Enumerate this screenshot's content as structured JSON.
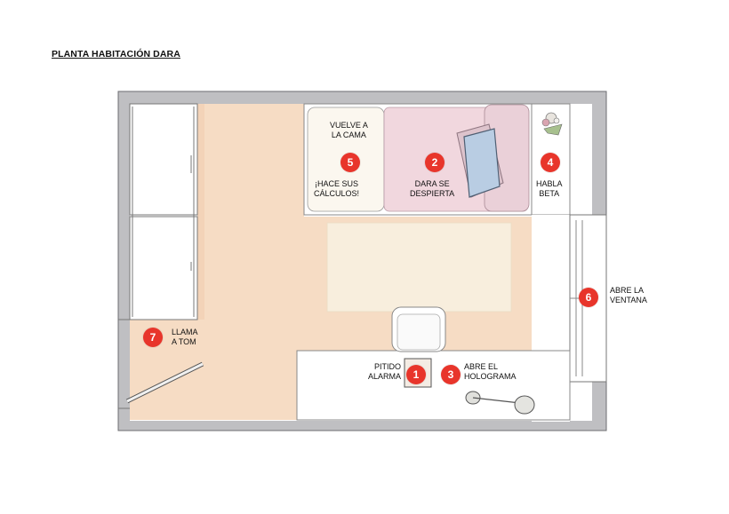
{
  "title": "PLANTA HABITACIÓN DARA",
  "colors": {
    "marker": "#e8352b",
    "wall": "#bfbfc2",
    "floor": "#f6dcc4",
    "bed": "#f1d7de",
    "pillow": "#b9cde3",
    "rug": "#f8eedd"
  },
  "steps": [
    {
      "number": "1",
      "label_lines": [
        "PITIDO",
        "ALARMA"
      ]
    },
    {
      "number": "2",
      "label_lines": [
        "DARA SE",
        "DESPIERTA"
      ]
    },
    {
      "number": "3",
      "label_lines": [
        "ABRE EL",
        "HOLOGRAMA"
      ]
    },
    {
      "number": "4",
      "label_lines": [
        "HABLA",
        "BETA"
      ]
    },
    {
      "number": "5",
      "label_lines": [
        "¡HACE SUS",
        "CÁLCULOS!"
      ]
    },
    {
      "number": "6",
      "label_lines": [
        "ABRE LA",
        "VENTANA"
      ]
    },
    {
      "number": "7",
      "label_lines": [
        "LLAMA",
        "A TOM"
      ]
    }
  ],
  "top_note": {
    "label_lines": [
      "VUELVE A",
      "LA CAMA"
    ]
  }
}
